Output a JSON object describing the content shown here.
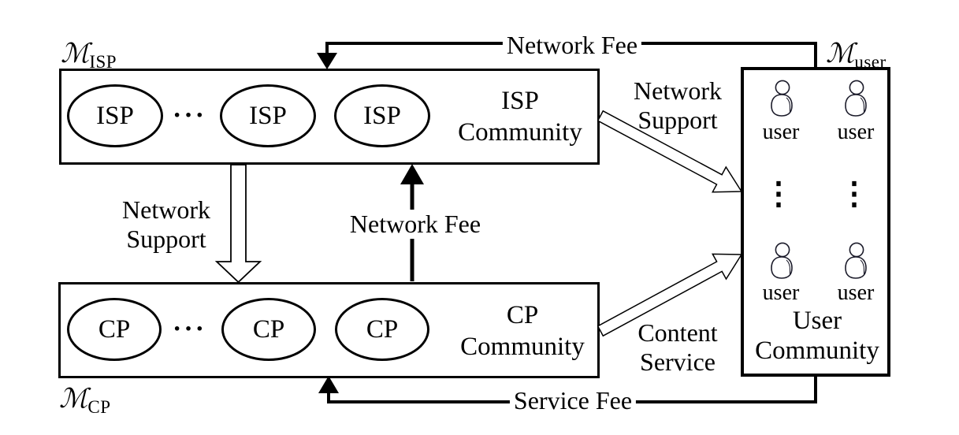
{
  "labels": {
    "m_isp": {
      "symbol": "ℳ",
      "sub": "ISP"
    },
    "m_user": {
      "symbol": "ℳ",
      "sub": "user"
    },
    "m_cp": {
      "symbol": "ℳ",
      "sub": "CP"
    }
  },
  "isp_community": {
    "title_line1": "ISP",
    "title_line2": "Community",
    "nodes": [
      "ISP",
      "ISP",
      "ISP"
    ],
    "ellipsis": "···"
  },
  "cp_community": {
    "title_line1": "CP",
    "title_line2": "Community",
    "nodes": [
      "CP",
      "CP",
      "CP"
    ],
    "ellipsis": "···"
  },
  "user_community": {
    "title_line1": "User",
    "title_line2": "Community",
    "users": [
      "user",
      "user",
      "user",
      "user"
    ],
    "vertical_ellipsis": "⋮"
  },
  "flows": {
    "network_fee_top": "Network Fee",
    "network_fee_mid": "Network Fee",
    "network_support_mid": {
      "line1": "Network",
      "line2": "Support"
    },
    "network_support_right": {
      "line1": "Network",
      "line2": "Support"
    },
    "content_service": {
      "line1": "Content",
      "line2": "Service"
    },
    "service_fee": "Service Fee"
  },
  "colors": {
    "ink": "#000000",
    "background": "#ffffff"
  }
}
